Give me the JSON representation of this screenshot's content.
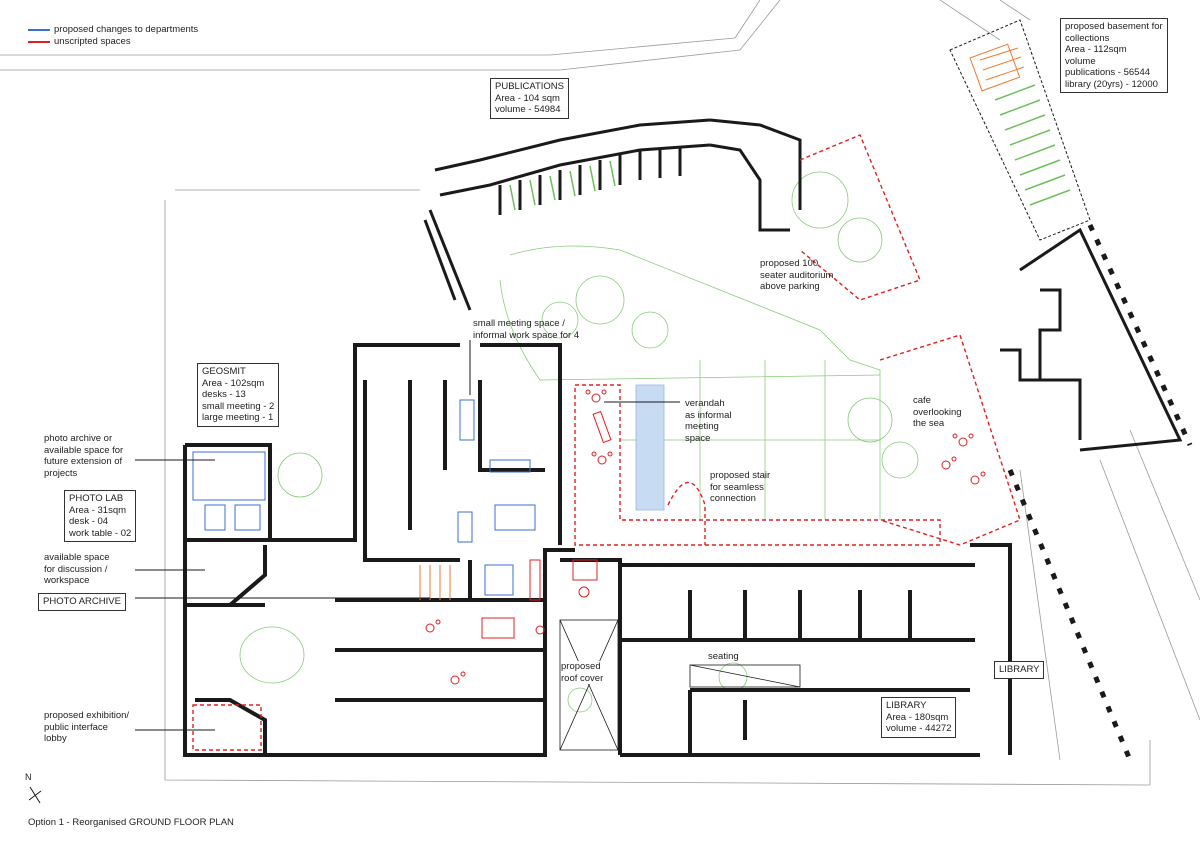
{
  "legend": {
    "items": [
      {
        "label": "proposed changes to departments",
        "color": "#3a6fd0"
      },
      {
        "label": "unscripted spaces",
        "color": "#e02020"
      }
    ]
  },
  "boxes": {
    "publications": {
      "lines": [
        "PUBLICATIONS",
        "Area - 104 sqm",
        "volume - 54984"
      ]
    },
    "basement": {
      "lines": [
        "proposed basement for",
        "collections",
        "Area - 112sqm",
        "volume",
        "publications - 56544",
        "library (20yrs) - 12000"
      ]
    },
    "geosmit": {
      "lines": [
        "GEOSMIT",
        "Area - 102sqm",
        "desks - 13",
        "small meeting - 2",
        "large meeting - 1"
      ]
    },
    "photo_lab": {
      "lines": [
        "PHOTO LAB",
        "Area - 31sqm",
        "desk - 04",
        "work table - 02"
      ]
    },
    "photo_archive": {
      "lines": [
        "PHOTO ARCHIVE"
      ]
    },
    "library_tag": {
      "lines": [
        "LIBRARY"
      ]
    },
    "library": {
      "lines": [
        "LIBRARY",
        "Area - 180sqm",
        "volume - 44272"
      ]
    }
  },
  "annotations": {
    "photo_archive_or": [
      "photo archive or",
      "available space for",
      "future extension of",
      "projects"
    ],
    "discussion": [
      "available space",
      "for discussion /",
      "workspace"
    ],
    "exhibition": [
      "proposed exhibition/",
      "public interface",
      "lobby"
    ],
    "small_meeting": [
      "small meeting space /",
      "informal work space for 4"
    ],
    "verandah": [
      "verandah",
      "as informal",
      "meeting",
      "space"
    ],
    "stair": [
      "proposed stair",
      "for seamless",
      "connection"
    ],
    "auditorium": [
      "proposed 100",
      "seater auditorium",
      "above parking"
    ],
    "cafe": [
      "cafe",
      "overlooking",
      "the sea"
    ],
    "seating": "seating",
    "roof_cover": [
      "proposed",
      "roof cover"
    ]
  },
  "north_label": "N",
  "footer": "Option 1 - Reorganised GROUND FLOOR PLAN",
  "colors": {
    "wall": "#1a1a1a",
    "blue": "#3a6fd0",
    "red": "#e02020",
    "green": "#6cbf5c",
    "orange": "#f07a30",
    "thin": "#9a9a9a"
  }
}
